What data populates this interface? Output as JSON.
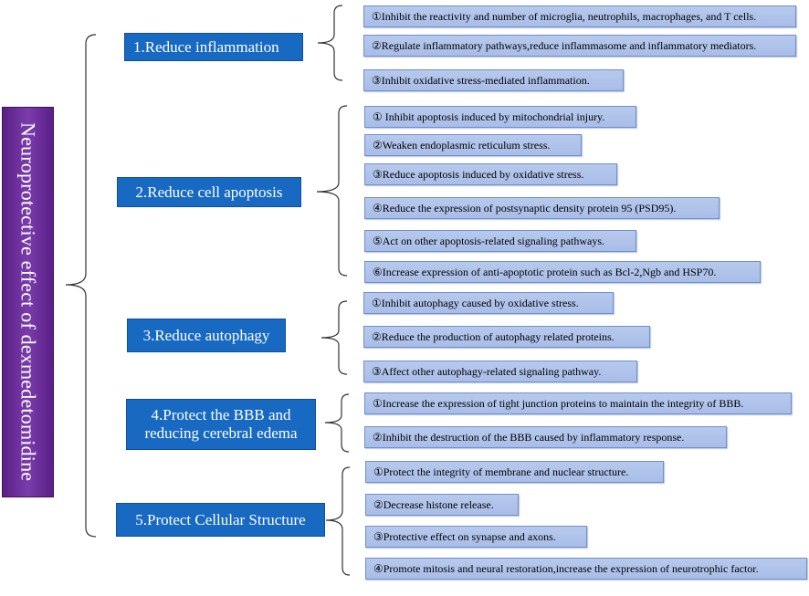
{
  "root": {
    "title": "Neuroprotective effect of dexmedetomidine"
  },
  "categories": [
    {
      "title": "1.Reduce inflammation",
      "items": [
        "①Inhibit the reactivity and number of microglia, neutrophils, macrophages, and T cells.",
        "②Regulate inflammatory pathways,reduce inflammasome and inflammatory mediators.",
        "③Inhibit oxidative stress-mediated inflammation."
      ]
    },
    {
      "title": "2.Reduce cell apoptosis",
      "items": [
        "① Inhibit apoptosis induced by mitochondrial injury.",
        "②Weaken endoplasmic reticulum stress.",
        "③Reduce apoptosis induced by oxidative stress.",
        "④Reduce the expression of postsynaptic density protein 95 (PSD95).",
        "⑤Act on other apoptosis-related signaling pathways.",
        "⑥Increase expression of anti-apoptotic protein such as Bcl-2,Ngb and HSP70."
      ]
    },
    {
      "title": "3.Reduce autophagy",
      "items": [
        "①Inhibit autophagy caused by oxidative stress.",
        "②Reduce the production of autophagy related proteins.",
        "③Affect other autophagy-related signaling pathway."
      ]
    },
    {
      "title_line1": "4.Protect the BBB and",
      "title_line2": "reducing cerebral edema",
      "items": [
        "①Increase the expression of tight junction proteins to maintain the integrity of BBB.",
        "②Inhibit the destruction of the BBB caused by inflammatory response."
      ]
    },
    {
      "title": "5.Protect Cellular Structure",
      "items": [
        "①Protect the integrity of membrane and nuclear structure.",
        "②Decrease histone release.",
        "③Protective effect on synapse and axons.",
        "④Promote mitosis and neural restoration,increase the expression of neurotrophic factor."
      ]
    }
  ]
}
